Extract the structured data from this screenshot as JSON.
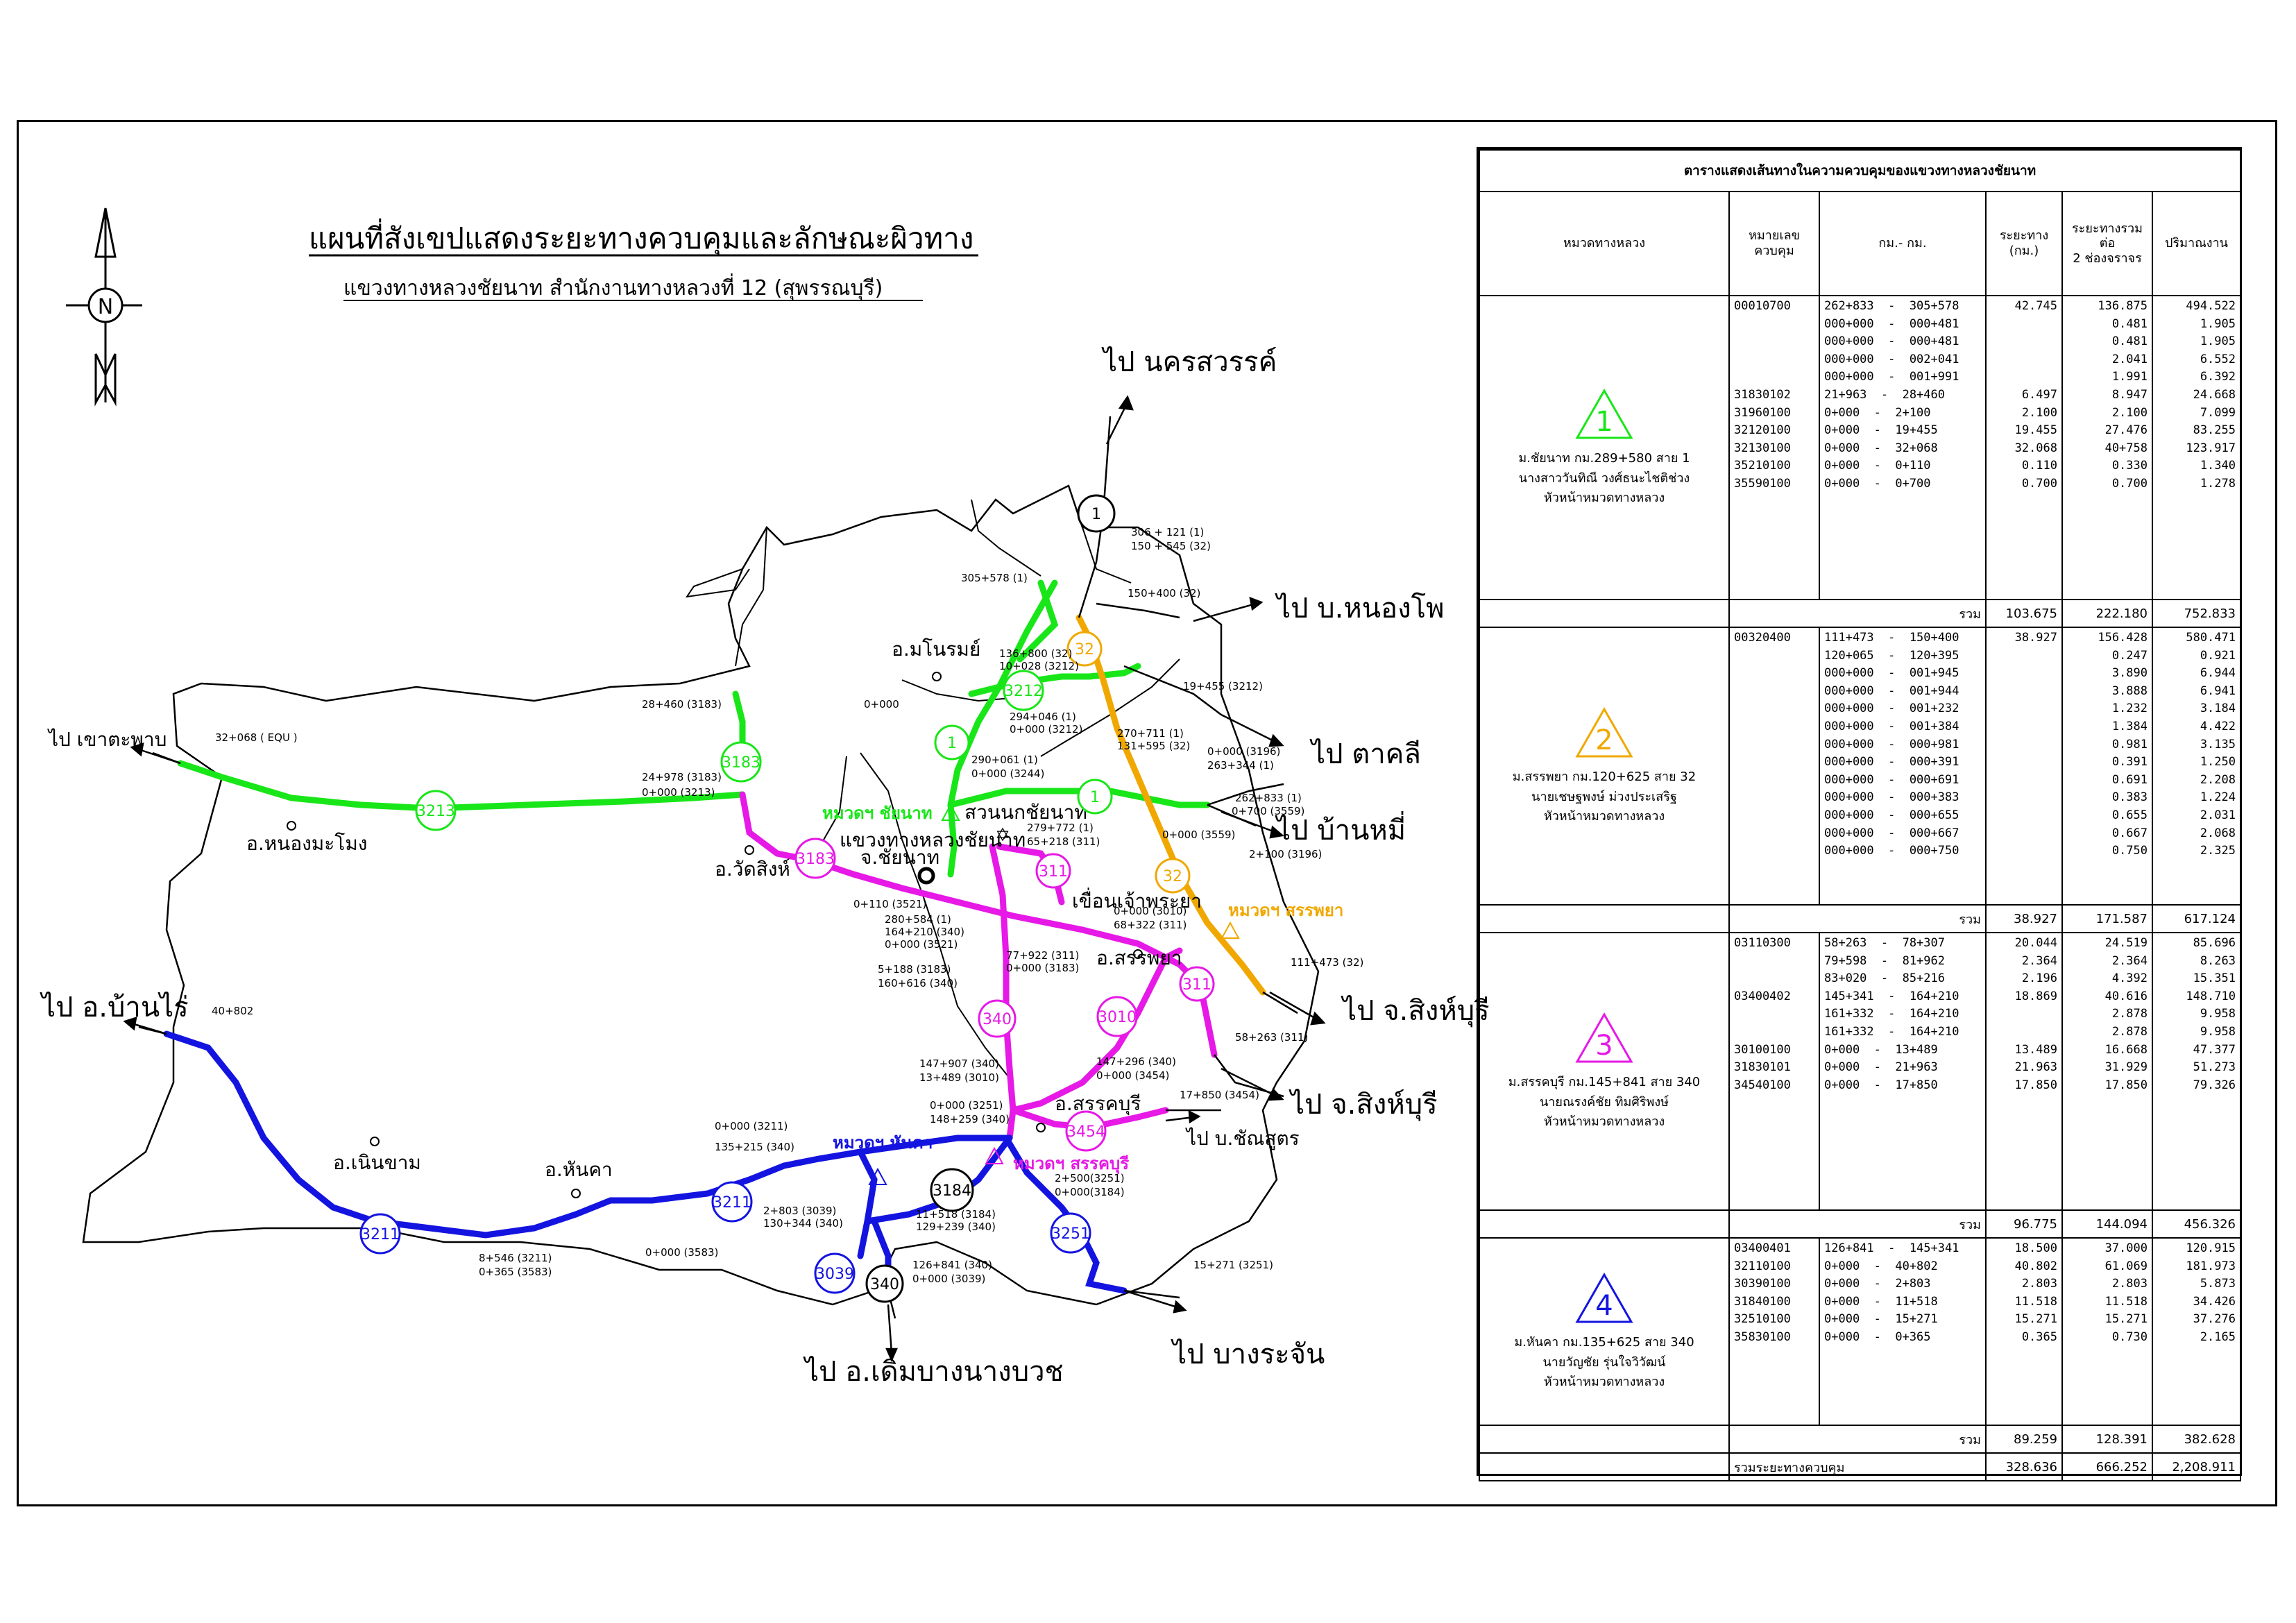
{
  "map": {
    "title": "แผนที่สังเขปแสดงระยะทางควบคุมและลักษณะผิวทาง",
    "subtitle": "แขวงทางหลวงชัยนาท   สำนักงานทางหลวงที่ 12  (สุพรรณบุรี)",
    "north": "N",
    "colors": {
      "g1": "#19e619",
      "g2": "#f0a800",
      "g3": "#e619e6",
      "g4": "#1414e0"
    },
    "destinations": {
      "nakhonsawan": "ไป  นครสวรรค์",
      "nongpho": "ไป  บ.หนองโพ",
      "takhli": "ไป  ตาคลี",
      "banmi": "ไป  บ้านหมี่",
      "singburi1": "ไป  จ.สิงห์บุรี",
      "singburi2": "ไป  จ.สิงห์บุรี",
      "khaotaphap": "ไป เขาตะพาบ",
      "banrai": "ไป  อ.บ้านไร่",
      "derm": "ไป  อ.เดิมบางนางบวช",
      "bangrachan": "ไป  บางระจัน",
      "chansut": "ไป  บ.ชัณสูตร"
    },
    "towns": {
      "manorom": "อ.มโนรมย์",
      "nongmamong": "อ.หนองมะโมง",
      "watsing": "อ.วัดสิงห์",
      "chainat": "จ.ชัยนาท",
      "sapphaya": "อ.สรรพยา",
      "sankhaburi": "อ.สรรคบุรี",
      "noenkham": "อ.เนินขาม",
      "hankha": "อ.หันคา",
      "office": "แขวงทางหลวงชัยนาท",
      "garden": "สวนนกชัยนาท",
      "dam": "เขื่อนเจ้าพระยา"
    },
    "units": {
      "chainat": "หมวดฯ  ชัยนาท",
      "sapphaya": "หมวดฯ  สรรพยา",
      "hankha": "หมวดฯ  หันคา",
      "sankhaburi": "หมวดฯ  สรรคบุรี"
    },
    "shields": {
      "r1a": "1",
      "r1b": "1",
      "r1c": "1",
      "r32a": "32",
      "r32b": "32",
      "r3212": "3212",
      "r3183a": "3183",
      "r3183b": "3183",
      "r3213": "3213",
      "r311a": "311",
      "r311b": "311",
      "r340a": "340",
      "r340b": "340",
      "r3010": "3010",
      "r3454": "3454",
      "r3211a": "3211",
      "r3211b": "3211",
      "r3184": "3184",
      "r3251": "3251",
      "r3039": "3039"
    },
    "km": {
      "k1": "306  +  121  (1)",
      "k2": "150  +  545  (32)",
      "k3": "305+578 (1)",
      "k4": "150+400  (32)",
      "k5": "136+800  (32)",
      "k6": "10+028  (3212)",
      "k7": "19+455  (3212)",
      "k8": "0+000",
      "k9": "294+046  (1)",
      "k10": "0+000  (3212)",
      "k11": "270+711  (1)",
      "k12": "131+595  (32)",
      "k13": "28+460  (3183)",
      "k14": "32+068  ( EQU )",
      "k15": "24+978  (3183)",
      "k16": "0+000  (3213)",
      "k17": "290+061  (1)",
      "k18": "0+000  (3244)",
      "k19": "0+000  (3196)",
      "k20": "263+344  (1)",
      "k21": "262+833  (1)",
      "k22": "0+700  (3559)",
      "k23": "0+000  (3559)",
      "k24": "2+100  (3196)",
      "k25": "279+772  (1)",
      "k26": "65+218  (311)",
      "k27": "0+110  (3521)",
      "k28": "280+584  (1)",
      "k29": "164+210  (340)",
      "k30": "0+000  (3521)",
      "k31": "0+000  (3010)",
      "k32": "68+322  (311)",
      "k33": "77+922  (311)",
      "k34": "0+000  (3183)",
      "k35": "5+188  (3183)",
      "k36": "160+616  (340)",
      "k37": "111+473  (32)",
      "k38": "40+802",
      "k39": "58+263  (311)",
      "k40": "147+907  (340)",
      "k41": "13+489  (3010)",
      "k42": "147+296  (340)",
      "k43": "0+000  (3454)",
      "k44": "0+000  (3251)",
      "k45": "148+259  (340)",
      "k46": "17+850  (3454)",
      "k47": "0+000  (3211)",
      "k48": "135+215  (340)",
      "k49": "2+500(3251)",
      "k50": "0+000(3184)",
      "k51": "2+803  (3039)",
      "k52": "130+344  (340)",
      "k53": "11+518  (3184)",
      "k54": "129+239  (340)",
      "k55": "8+546  (3211)",
      "k56": "0+365  (3583)",
      "k57": "0+000  (3583)",
      "k58": "126+841  (340)",
      "k59": "0+000  (3039)",
      "k60": "15+271  (3251)"
    }
  },
  "table": {
    "caption": "ตารางแสดงเส้นทางในความควบคุมของแขวงทางหลวงชัยนาท",
    "headers": {
      "group": "หมวดทางหลวง",
      "number": "หมายเลข\nควบคุม",
      "km": "กม.-  กม.",
      "distance": "ระยะทาง\n(กม.)",
      "lane": "ระยะทางรวม\nต่อ\n2 ช่องจราจร",
      "volume": "ปริมาณงาน"
    },
    "groups": [
      {
        "mark": "1",
        "color": "#19e619",
        "line1": "ม.ชัยนาท   กม.289+580   สาย  1",
        "line2": "นางสาววันทิณี  วงศ์ธนะไชติช่วง",
        "line3": "หัวหน้าหมวดทางหลวง",
        "numbers": "00010700\n\n\n\n\n31830102\n31960100\n32120100\n32130100\n35210100\n35590100",
        "km": "262+833  -  305+578\n000+000  -  000+481\n000+000  -  000+481\n000+000  -  002+041\n000+000  -  001+991\n21+963  -  28+460\n0+000  -  2+100\n0+000  -  19+455\n0+000  -  32+068\n0+000  -  0+110\n0+000  -  0+700",
        "distance": "42.745\n\n\n\n\n6.497\n2.100\n19.455\n32.068\n0.110\n0.700",
        "lane": "136.875\n0.481\n0.481\n2.041\n1.991\n8.947\n2.100\n27.476\n40+758\n0.330\n0.700",
        "volume": "494.522\n1.905\n1.905\n6.552\n6.392\n24.668\n7.099\n83.255\n123.917\n1.340\n1.278",
        "sum_label": "รวม",
        "sum_distance": "103.675",
        "sum_lane": "222.180",
        "sum_volume": "752.833"
      },
      {
        "mark": "2",
        "color": "#f0a800",
        "line1": "ม.สรรพยา   กม.120+625  สาย  32",
        "line2": "นายเชษฐพงษ์  ม่วงประเสริฐ",
        "line3": "หัวหน้าหมวดทางหลวง",
        "numbers": "00320400",
        "km": "111+473  -  150+400\n120+065  -  120+395\n000+000  -  001+945\n000+000  -  001+944\n000+000  -  001+232\n000+000  -  001+384\n000+000  -  000+981\n000+000  -  000+391\n000+000  -  000+691\n000+000  -  000+383\n000+000  -  000+655\n000+000  -  000+667\n000+000  -  000+750",
        "distance": "38.927",
        "lane": "156.428\n0.247\n3.890\n3.888\n1.232\n1.384\n0.981\n0.391\n0.691\n0.383\n0.655\n0.667\n0.750",
        "volume": "580.471\n0.921\n6.944\n6.941\n3.184\n4.422\n3.135\n1.250\n2.208\n1.224\n2.031\n2.068\n2.325",
        "sum_label": "รวม",
        "sum_distance": "38.927",
        "sum_lane": "171.587",
        "sum_volume": "617.124"
      },
      {
        "mark": "3",
        "color": "#e619e6",
        "line1": "ม.สรรคบุรี   กม.145+841   สาย  340",
        "line2": "นายณรงค์ชัย  ทิมศิริพงษ์",
        "line3": "หัวหน้าหมวดทางหลวง",
        "numbers": "03110300\n\n\n03400402\n\n\n30100100\n31830101\n34540100",
        "km": "58+263  -  78+307\n79+598  -  81+962\n83+020  -  85+216\n145+341  -  164+210\n161+332  -  164+210\n161+332  -  164+210\n0+000  -  13+489\n0+000  -  21+963\n0+000  -  17+850",
        "distance": "20.044\n2.364\n2.196\n18.869\n\n\n13.489\n21.963\n17.850",
        "lane": "24.519\n2.364\n4.392\n40.616\n2.878\n2.878\n16.668\n31.929\n17.850",
        "volume": "85.696\n8.263\n15.351\n148.710\n9.958\n9.958\n47.377\n51.273\n79.326",
        "sum_label": "รวม",
        "sum_distance": "96.775",
        "sum_lane": "144.094",
        "sum_volume": "456.326"
      },
      {
        "mark": "4",
        "color": "#1414e0",
        "line1": "ม.หันคา   กม.135+625   สาย  340",
        "line2": "นายวัญชัย  รุ่นใจวิวัฒน์",
        "line3": "หัวหน้าหมวดทางหลวง",
        "numbers": "03400401\n32110100\n30390100\n31840100\n32510100\n35830100",
        "km": "126+841  -  145+341\n0+000  -  40+802\n0+000  -  2+803\n0+000  -  11+518\n0+000  -  15+271\n0+000  -  0+365",
        "distance": "18.500\n40.802\n2.803\n11.518\n15.271\n0.365",
        "lane": "37.000\n61.069\n2.803\n11.518\n15.271\n0.730",
        "volume": "120.915\n181.973\n5.873\n34.426\n37.276\n2.165",
        "sum_label": "รวม",
        "sum_distance": "89.259",
        "sum_lane": "128.391",
        "sum_volume": "382.628"
      }
    ],
    "total_label": "รวมระยะทางควบคุม",
    "total_distance": "328.636",
    "total_lane": "666.252",
    "total_volume": "2,208.911"
  }
}
